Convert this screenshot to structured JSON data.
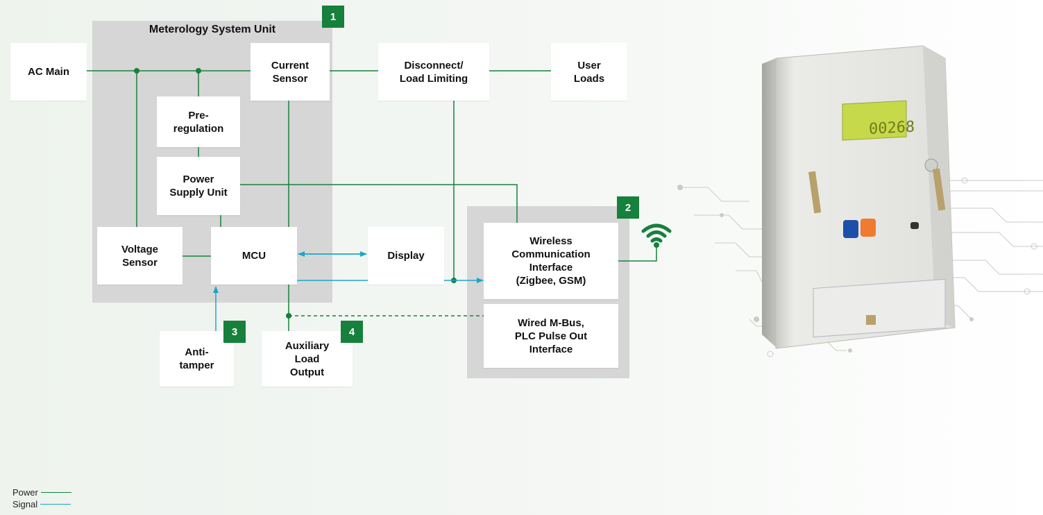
{
  "colors": {
    "power": "#16803c",
    "signal": "#1aa6c9",
    "group_bg": "#d6d6d6",
    "badge": "#16803c"
  },
  "groups": {
    "metrology": {
      "title": "Meterology System Unit",
      "badge": "1"
    },
    "communication": {
      "badge": "2"
    }
  },
  "blocks": {
    "ac_main": "AC Main",
    "current_sensor": "Current\nSensor",
    "disconnect": "Disconnect/\nLoad Limiting",
    "user_loads": "User\nLoads",
    "preregulation": "Pre-\nregulation",
    "power_supply": "Power\nSupply Unit",
    "voltage_sensor": "Voltage\nSensor",
    "mcu": "MCU",
    "display": "Display",
    "wireless": "Wireless\nCommunication\nInterface\n(Zigbee, GSM)",
    "wired": "Wired M-Bus,\nPLC Pulse Out\nInterface",
    "anti_tamper": "Anti-\ntamper",
    "aux_load": "Auxiliary\nLoad\nOutput"
  },
  "badges": {
    "anti_tamper": "3",
    "aux_load": "4"
  },
  "icons": {
    "wireless": "wifi-icon",
    "meter": "smart-meter-icon"
  },
  "legend": {
    "power": "Power",
    "signal": "Signal"
  }
}
